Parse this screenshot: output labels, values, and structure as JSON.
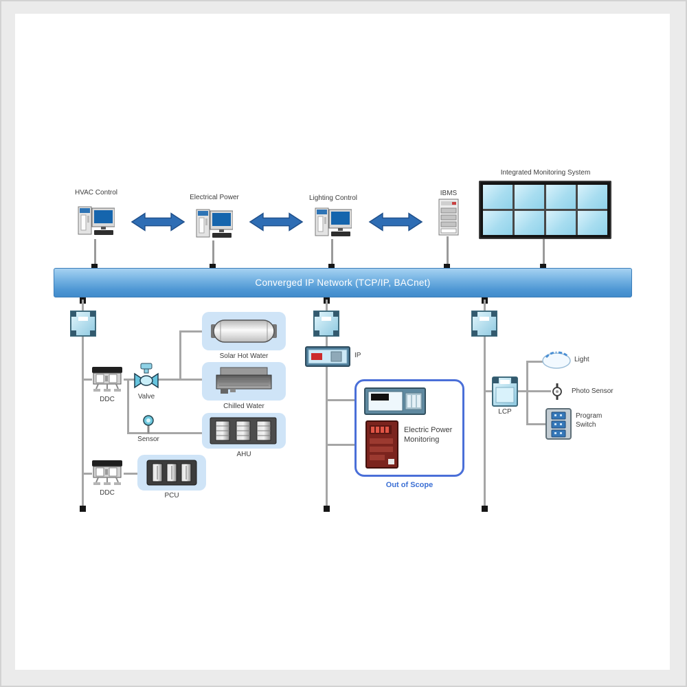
{
  "diagram": {
    "network_bar": {
      "label": "Converged IP Network (TCP/IP, BACnet)"
    },
    "top_row": {
      "workstations": [
        {
          "label": "HVAC Control"
        },
        {
          "label": "Electrical Power"
        },
        {
          "label": "Lighting Control"
        }
      ],
      "ibms": {
        "label": "IBMS"
      },
      "monitoring_system": {
        "label": "Integrated Monitoring System"
      }
    },
    "hvac_branch": {
      "ddc_upper": {
        "label": "DDC"
      },
      "valve": {
        "label": "Valve"
      },
      "sensor": {
        "label": "Sensor"
      },
      "solar_hot_water": {
        "label": "Solar Hot Water"
      },
      "chilled_water": {
        "label": "Chilled Water"
      },
      "ahu": {
        "label": "AHU"
      },
      "ddc_lower": {
        "label": "DDC"
      },
      "pcu": {
        "label": "PCU"
      }
    },
    "power_branch": {
      "ip": {
        "label": "IP"
      },
      "electric_power_monitoring": {
        "label": "Electric Power Monitoring"
      },
      "out_of_scope": {
        "label": "Out of Scope"
      }
    },
    "lighting_branch": {
      "lcp": {
        "label": "LCP"
      },
      "light": {
        "label": "Light"
      },
      "photo_sensor": {
        "label": "Photo Sensor"
      },
      "program_switch": {
        "label": "Program Switch"
      }
    },
    "colors": {
      "network_bar_blue": "#4e97d4",
      "arrow_blue": "#2e6db4",
      "device_panel_blue": "#cfe4f7",
      "out_of_scope_blue": "#3b6fd4",
      "monitor_screen_blue": "#1565ad",
      "epm_dark_red": "#7b241e",
      "connector_gray": "#a6a6a6",
      "node_black": "#161616"
    }
  }
}
